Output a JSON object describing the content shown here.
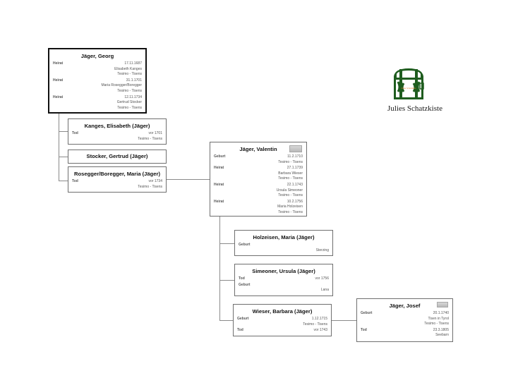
{
  "logo": {
    "text": "Julies Schatzkiste",
    "chest_label": "Julies Schatzkiste",
    "color": "#1f5d1f"
  },
  "people": {
    "georg": {
      "name": "Jäger, Georg",
      "events": [
        {
          "label": "Heirat",
          "lines": [
            "17.11.1687",
            "Elisabeth Kanges",
            "Tesimo - Tisens"
          ]
        },
        {
          "label": "Heirat",
          "lines": [
            "31.1.1701",
            "Maria Rosegger/Boregger",
            "Tesimo - Tisens"
          ]
        },
        {
          "label": "Heirat",
          "lines": [
            "12.11.1734",
            "Gertrud Stocker",
            "Tesimo - Tisens"
          ]
        }
      ]
    },
    "kanges": {
      "name": "Kanges, Elisabeth (Jäger)",
      "events": [
        {
          "label": "Tod",
          "lines": [
            "vor 1701",
            "Tesimo - Tisens"
          ]
        }
      ]
    },
    "stocker": {
      "name": "Stocker, Gertrud (Jäger)",
      "events": []
    },
    "rosegger": {
      "name": "Rosegger/Boregger, Maria (Jäger)",
      "events": [
        {
          "label": "Tod",
          "lines": [
            "vor 1734",
            "Tesimo - Tisens"
          ]
        }
      ]
    },
    "valentin": {
      "name": "Jäger, Valentin",
      "events": [
        {
          "label": "Geburt",
          "lines": [
            "11.2.1710",
            "Tesimo - Tisens"
          ]
        },
        {
          "label": "Heirat",
          "lines": [
            "27.1.1739",
            "Barbara Wieser",
            "Tesimo - Tisens"
          ]
        },
        {
          "label": "Heirat",
          "lines": [
            "22.1.1743",
            "Ursula Simeoner",
            "Tesimo - Tisens"
          ]
        },
        {
          "label": "Heirat",
          "lines": [
            "10.2.1756",
            "Maria Holzeisen",
            "Tesimo - Tisens"
          ]
        }
      ]
    },
    "holzeisen": {
      "name": "Holzeisen, Maria (Jäger)",
      "events": [
        {
          "label": "Geburt",
          "lines": [
            "",
            "Sterzing"
          ]
        }
      ]
    },
    "simeoner": {
      "name": "Simeoner, Ursula (Jäger)",
      "events": [
        {
          "label": "Tod",
          "lines": [
            "vor 1756"
          ]
        },
        {
          "label": "Geburt",
          "lines": [
            "",
            "Lana"
          ]
        }
      ]
    },
    "wieser": {
      "name": "Wieser, Barbara (Jäger)",
      "events": [
        {
          "label": "Geburt",
          "lines": [
            "1.12.1715",
            "Tesimo - Tisens"
          ]
        },
        {
          "label": "Tod",
          "lines": [
            "vor 1743"
          ]
        }
      ]
    },
    "josef": {
      "name": "Jäger, Josef",
      "events": [
        {
          "label": "Geburt",
          "lines": [
            "20.1.1740",
            "Tisen in Tyrol",
            "Tesimo - Tisens"
          ]
        },
        {
          "label": "Tod",
          "lines": [
            "23.3.1805",
            "Seebarn"
          ]
        }
      ]
    }
  }
}
